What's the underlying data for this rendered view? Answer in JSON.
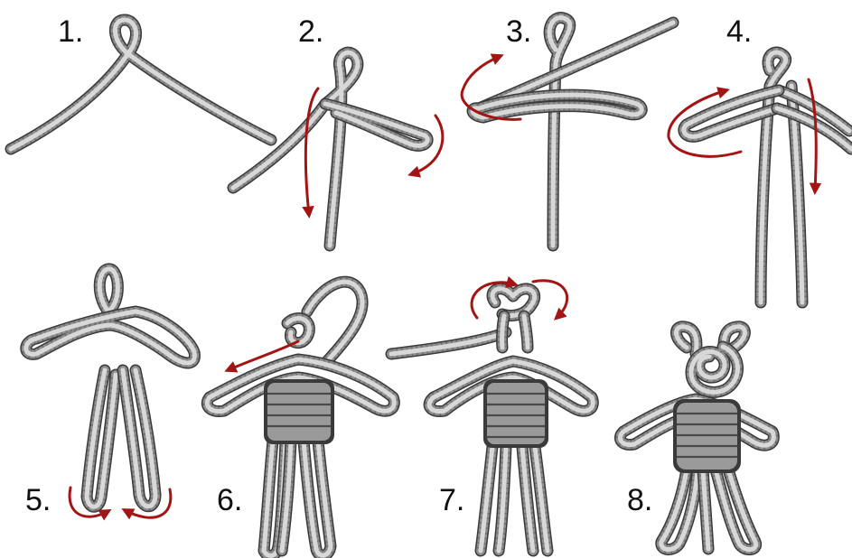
{
  "diagram": {
    "steps": [
      {
        "label": "1."
      },
      {
        "label": "2."
      },
      {
        "label": "3."
      },
      {
        "label": "4."
      },
      {
        "label": "5."
      },
      {
        "label": "6."
      },
      {
        "label": "7."
      },
      {
        "label": "8."
      }
    ],
    "colors": {
      "rope": "#8e8e8e",
      "rope_outline": "#3a3a3a",
      "rope_highlight": "#d8d8d8",
      "arrow": "#a31515",
      "background": "#ffffff"
    }
  }
}
